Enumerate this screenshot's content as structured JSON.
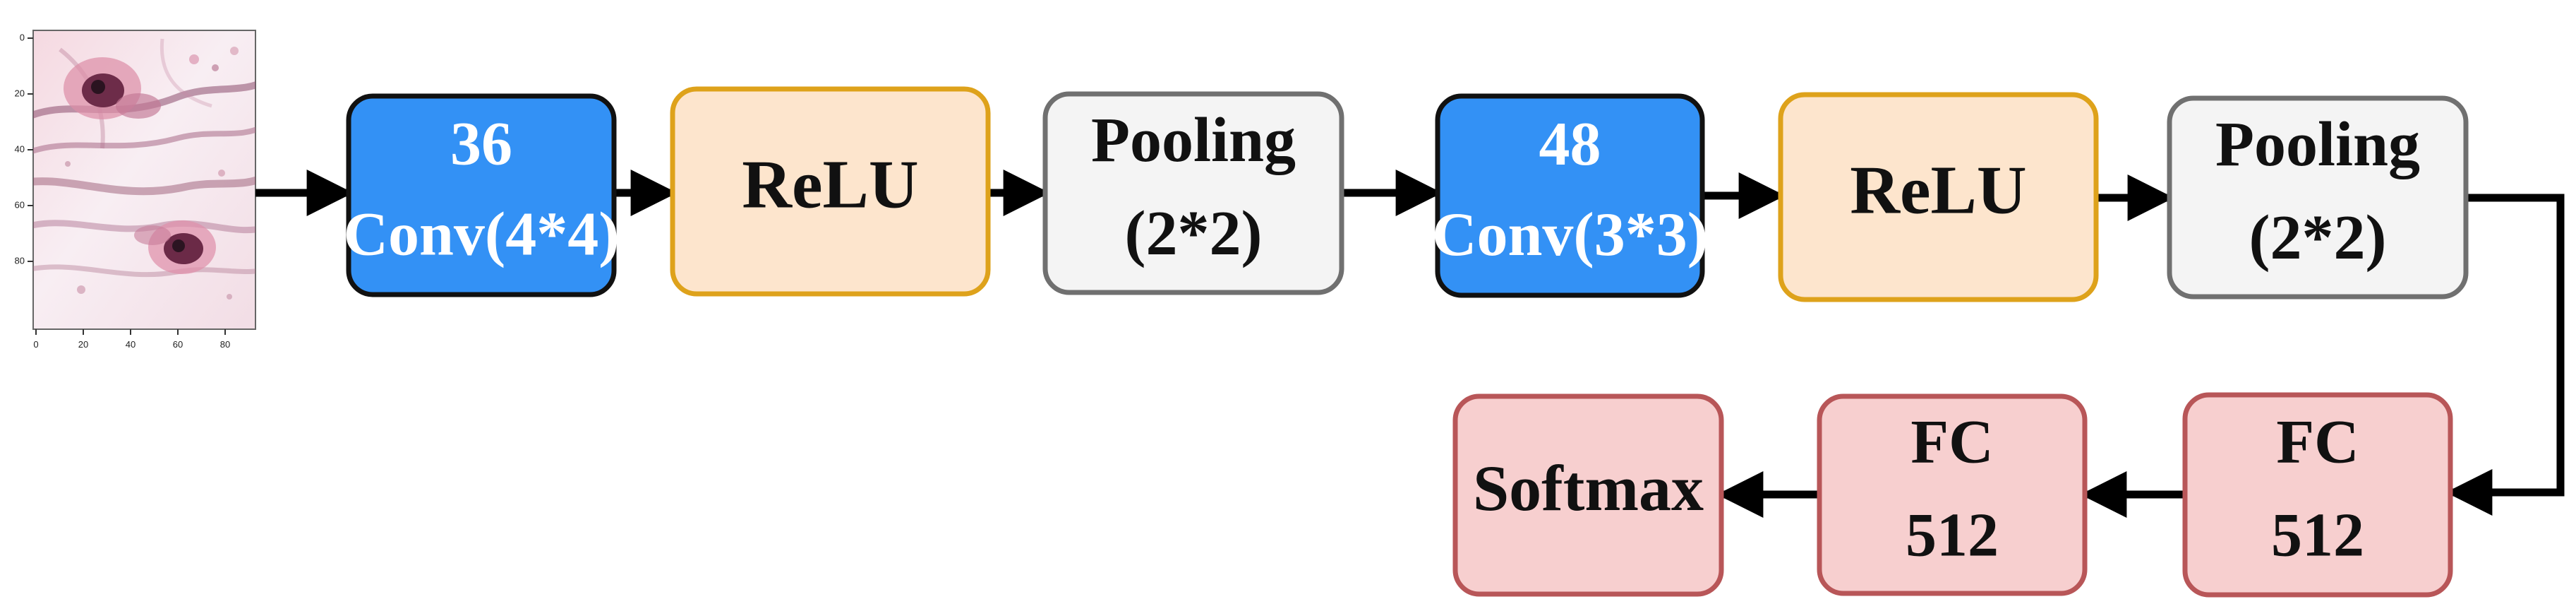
{
  "input_image": {
    "x_ticks": [
      "0",
      "20",
      "40",
      "60",
      "80"
    ],
    "y_ticks": [
      "0",
      "20",
      "40",
      "60",
      "80"
    ]
  },
  "nodes": [
    {
      "id": "conv1",
      "lines": [
        "36",
        "Conv(4*4)"
      ],
      "style": "conv"
    },
    {
      "id": "relu1",
      "lines": [
        "ReLU"
      ],
      "style": "relu"
    },
    {
      "id": "pool1",
      "lines": [
        "Pooling",
        "(2*2)"
      ],
      "style": "pool"
    },
    {
      "id": "conv2",
      "lines": [
        "48",
        "Conv(3*3)"
      ],
      "style": "conv"
    },
    {
      "id": "relu2",
      "lines": [
        "ReLU"
      ],
      "style": "relu"
    },
    {
      "id": "pool2",
      "lines": [
        "Pooling",
        "(2*2)"
      ],
      "style": "pool"
    },
    {
      "id": "fc1",
      "lines": [
        "FC",
        "512"
      ],
      "style": "fc"
    },
    {
      "id": "fc2",
      "lines": [
        "FC",
        "512"
      ],
      "style": "fc"
    },
    {
      "id": "softmax",
      "lines": [
        "Softmax"
      ],
      "style": "fc"
    }
  ],
  "edges": [
    [
      "input",
      "conv1"
    ],
    [
      "conv1",
      "relu1"
    ],
    [
      "relu1",
      "pool1"
    ],
    [
      "pool1",
      "conv2"
    ],
    [
      "conv2",
      "relu2"
    ],
    [
      "relu2",
      "pool2"
    ],
    [
      "pool2",
      "fc1"
    ],
    [
      "fc1",
      "fc2"
    ],
    [
      "fc2",
      "softmax"
    ]
  ],
  "styles": {
    "conv": {
      "fill": "#3391f5",
      "stroke": "#111111",
      "text": "#ffffff"
    },
    "relu": {
      "fill": "#fde5cd",
      "stroke": "#dea21b",
      "text": "#111111"
    },
    "pool": {
      "fill": "#f4f4f4",
      "stroke": "#707070",
      "text": "#111111"
    },
    "fc": {
      "fill": "#f7cfcf",
      "stroke": "#b85658",
      "text": "#111111"
    }
  }
}
